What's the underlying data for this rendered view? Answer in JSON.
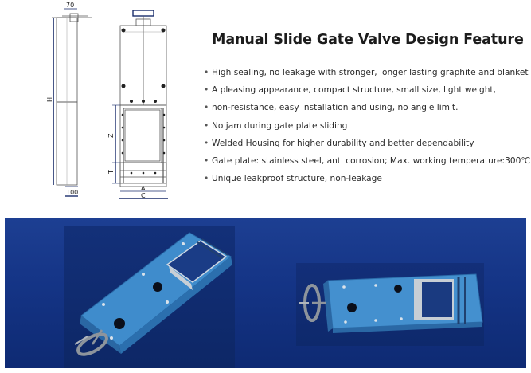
{
  "title": "Manual Slide Gate Valve Design Feature",
  "features": [
    "High sealing, no leakage with stronger, longer lasting graphite and blanket seals",
    "A pleasing appearance, compact structure, small size, light weight,",
    "non-resistance, easy installation and using, no angle limit.",
    "No jam during gate plate sliding",
    "Welded Housing for higher durability and better dependability",
    "Gate plate: stainless steel, anti corrosion; Max. working temperature:300℃",
    "Unique leakproof structure, non-leakage"
  ],
  "bullet": "•",
  "drawing": {
    "dim_top": "70",
    "dim_bottom": "100",
    "dim_h": "H",
    "dim_z": "Z",
    "dim_t": "T",
    "dim_a": "A",
    "dim_c": "C"
  },
  "colors": {
    "valve_blue": "#3a86c8",
    "banner_blue": "#153587",
    "dimension_line": "#1a2d6b"
  }
}
